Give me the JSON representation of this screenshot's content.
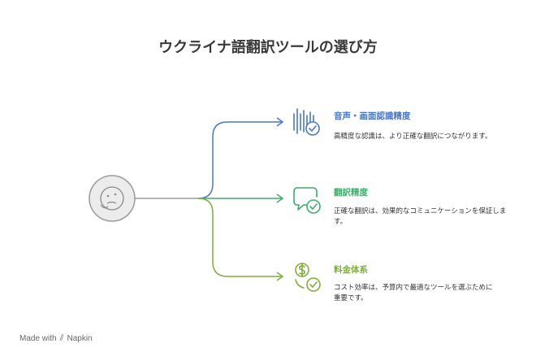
{
  "title": "ウクライナ語翻訳ツールの選び方",
  "items": [
    {
      "title": "音声・画面認識精度",
      "description": "高精度な認識は、より正確な翻訳につながります。",
      "color": "#4a78c7",
      "icon": "audio-wave-check-icon"
    },
    {
      "title": "翻訳精度",
      "description": "正確な翻訳は、効果的なコミュニケーションを保証します。",
      "color": "#3fae6b",
      "icon": "speech-bubble-check-icon"
    },
    {
      "title": "料金体系",
      "description": "コスト効率は、予算内で最適なツールを選ぶために重要です。",
      "color": "#7fae3c",
      "icon": "coin-check-icon"
    }
  ],
  "center_icon": "thinking-face-icon",
  "footer": {
    "made_with": "Made with",
    "brand": "Napkin"
  }
}
